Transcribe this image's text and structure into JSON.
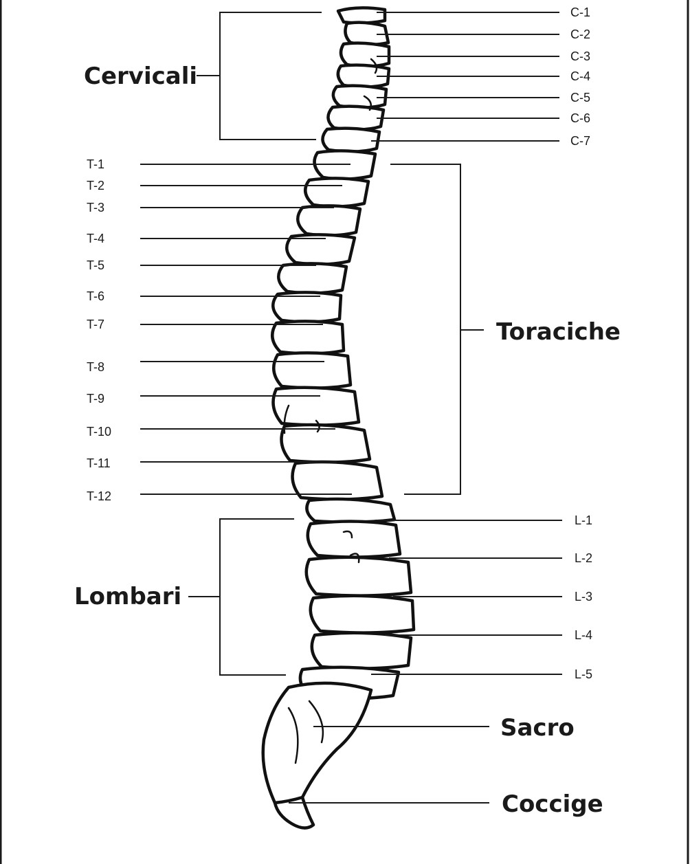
{
  "regions": {
    "cervical": "Cervicali",
    "thoracic": "Toraciche",
    "lumbar": "Lombari",
    "sacrum": "Sacro",
    "coccyx": "Coccige"
  },
  "cervical_vertebrae": [
    "C-1",
    "C-2",
    "C-3",
    "C-4",
    "C-5",
    "C-6",
    "C-7"
  ],
  "thoracic_vertebrae": [
    "T-1",
    "T-2",
    "T-3",
    "T-4",
    "T-5",
    "T-6",
    "T-7",
    "T-8",
    "T-9",
    "T-10",
    "T-11",
    "T-12"
  ],
  "lumbar_vertebrae": [
    "L-1",
    "L-2",
    "L-3",
    "L-4",
    "L-5"
  ],
  "colors": {
    "ink": "#1a1a1a",
    "background": "#ffffff"
  }
}
